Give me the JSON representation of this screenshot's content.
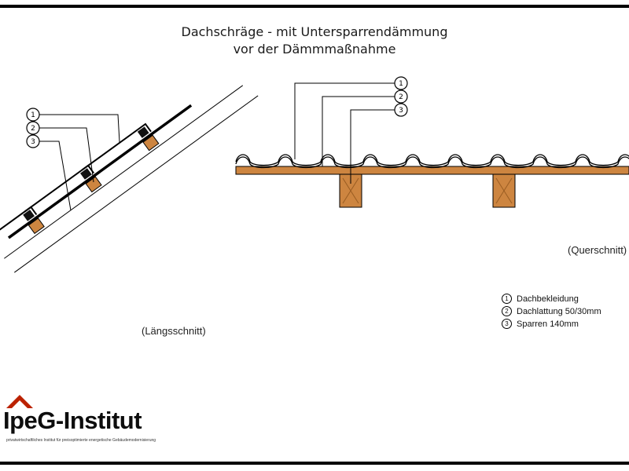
{
  "title": {
    "line1": "Dachschräge - mit Untersparrendämmung",
    "line2": "vor der Dämmmaßnahme"
  },
  "sections": {
    "left_caption": "(Längsschnitt)",
    "right_caption": "(Querschnitt)"
  },
  "callouts": {
    "numbers": [
      "1",
      "2",
      "3"
    ]
  },
  "legend": {
    "items": [
      {
        "num": "1",
        "label": "Dachbekleidung"
      },
      {
        "num": "2",
        "label": "Dachlattung 50/30mm"
      },
      {
        "num": "3",
        "label": "Sparren 140mm"
      }
    ]
  },
  "logo": {
    "name": "IpeG-Institut",
    "tagline": "privatwirtschaftliches Institut für preisoptimierte energetische Gebäudemodernisierung"
  },
  "colors": {
    "wood": "#cd8540",
    "logo_red": "#bb2200",
    "line": "#000000"
  }
}
